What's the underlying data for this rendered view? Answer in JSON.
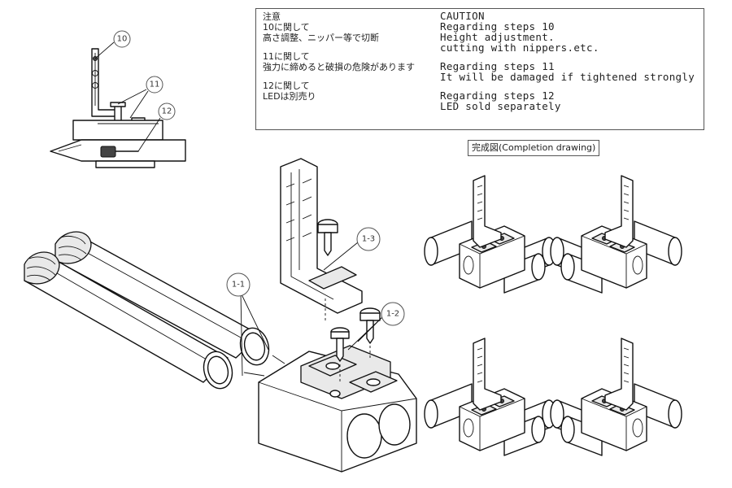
{
  "caution_box": {
    "jp_lines": [
      "注意",
      "10に関して",
      "高さ調整、ニッパー等で切断",
      "",
      "11に関して",
      "強力に締めると破損の危険があります",
      "",
      "12に関して",
      "LEDは別売り"
    ],
    "en_lines": [
      "CAUTION",
      "Regarding steps 10",
      "Height adjustment.",
      "cutting with nippers.etc.",
      "Regarding steps 11",
      "It will be damaged if tightened strongly",
      "Regarding steps 12",
      "LED sold separately"
    ]
  },
  "completion_label": "完成図(Completion drawing)",
  "callouts": {
    "c10": "10",
    "c11": "11",
    "c12": "12",
    "c1_1": "1-1",
    "c1_2": "1-2",
    "c1_3": "1-3"
  }
}
